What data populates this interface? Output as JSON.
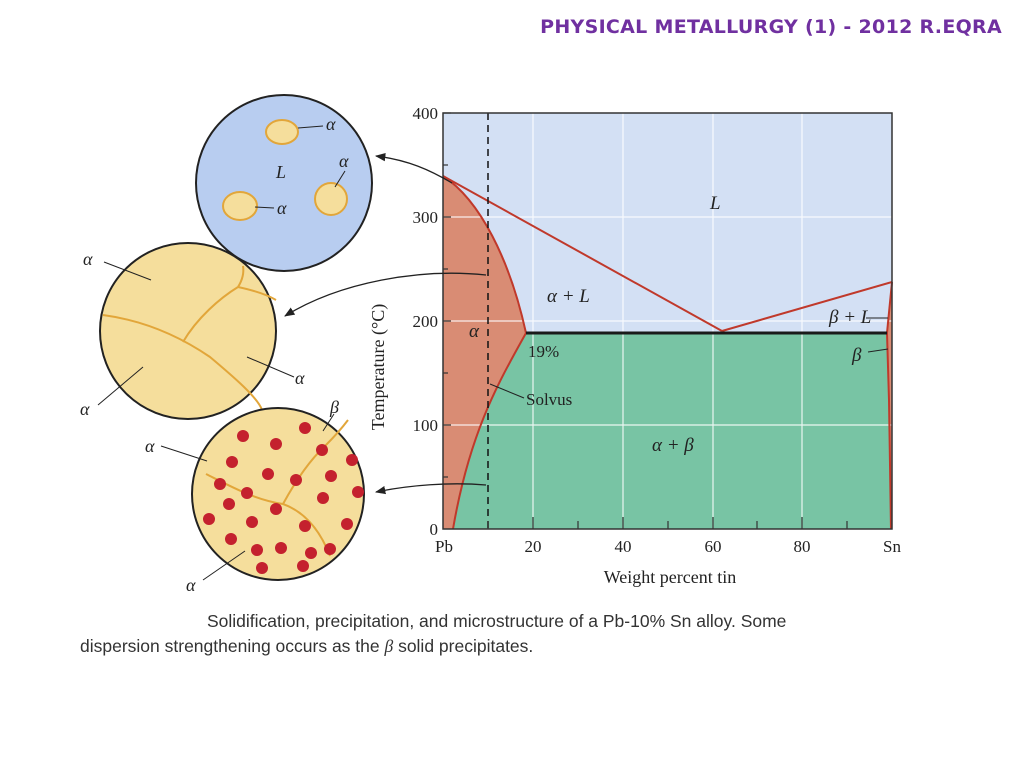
{
  "slide": {
    "title": "PHYSICAL METALLURGY (1) - 2012 R.EQRA"
  },
  "diagram": {
    "y_axis": {
      "label": "Temperature (°C)",
      "ticks": [
        "0",
        "100",
        "200",
        "300",
        "400"
      ]
    },
    "x_axis": {
      "label": "Weight percent tin",
      "ticks": [
        "Pb",
        "20",
        "40",
        "60",
        "80",
        "Sn"
      ]
    },
    "regions": {
      "liquid": "L",
      "alpha_plus_liquid": "α + L",
      "alpha": "α",
      "alpha_plus_beta": "α + β",
      "beta_plus_liquid": "β + L",
      "beta": "β"
    },
    "annotations": {
      "solubility": "19%",
      "solvus": "Solvus"
    },
    "micrographs": {
      "top": {
        "liquid_label": "L",
        "alpha_label_1": "α",
        "alpha_label_2": "α",
        "alpha_label_3": "α"
      },
      "middle": {
        "alpha_label_1": "α",
        "alpha_label_2": "α",
        "alpha_label_3": "α"
      },
      "bottom": {
        "alpha_label_1": "α",
        "alpha_label_2": "α",
        "beta_label": "β"
      }
    },
    "colors": {
      "liquid": "#d3e0f4",
      "alpha": "#d98c74",
      "alpha_plus_beta": "#78c4a4",
      "grain": "#f5de9c",
      "precipitate": "#c4212e",
      "phase_line": "#c0392b"
    }
  },
  "caption": {
    "line1": "Solidification, precipitation, and microstructure of a Pb-10% Sn alloy. Some",
    "line2_before": "dispersion strengthening occurs as the ",
    "line2_symbol": "β",
    "line2_after": " solid precipitates."
  }
}
